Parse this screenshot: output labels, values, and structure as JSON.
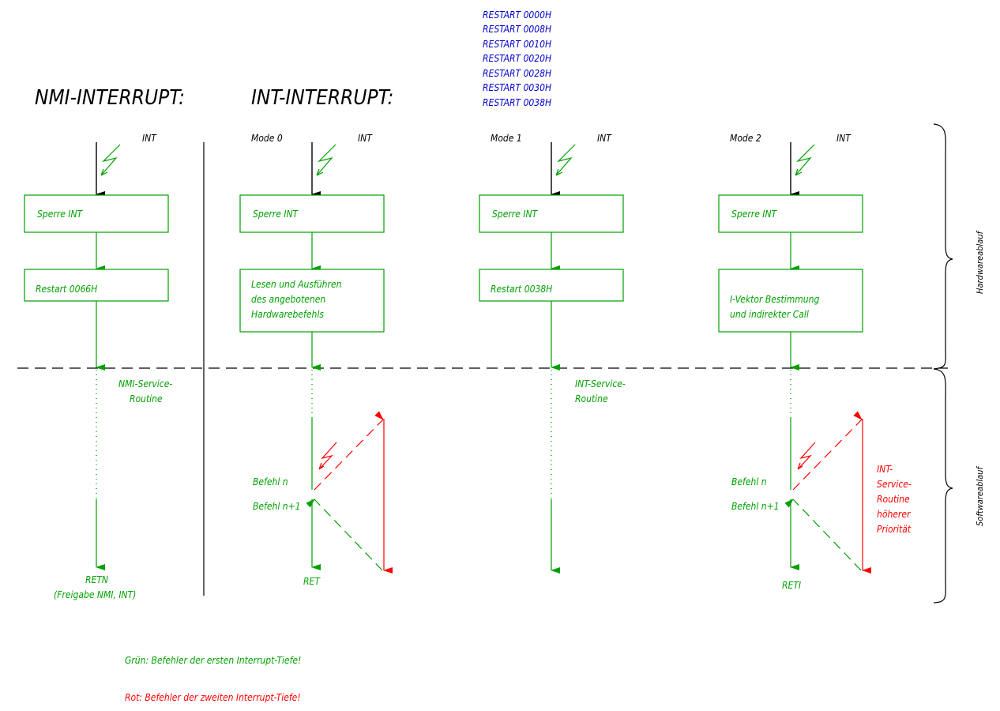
{
  "restart_list": [
    "RESTART 0000H",
    "RESTART 0008H",
    "RESTART 0010H",
    "RESTART 0020H",
    "RESTART 0028H",
    "RESTART 0030H",
    "RESTART 0038H"
  ],
  "headers": {
    "nmi": "NMI-INTERRUPT:",
    "int": "INT-INTERRUPT:"
  },
  "int_label": "INT",
  "modes": [
    "Mode 0",
    "Mode 1",
    "Mode 2"
  ],
  "boxes": {
    "sperre": "Sperre INT",
    "nmi_restart": "Restart 0066H",
    "mode0": [
      "Lesen und Ausführen",
      "des angebotenen",
      "Hardwarebefehls"
    ],
    "mode1": "Restart 0038H",
    "mode2": [
      "I-Vektor Bestimmung",
      "und indirekter Call"
    ]
  },
  "service": {
    "nmi": [
      "NMI-Service-",
      "Routine"
    ],
    "int": [
      "INT-Service-",
      "Routine"
    ],
    "higher": [
      "INT-",
      "Service-",
      "Routine",
      "höherer",
      "Priorität"
    ]
  },
  "instr": {
    "n": "Befehl n",
    "n1": "Befehl n+1"
  },
  "returns": {
    "retn": "RETN",
    "retn_note": "(Freigabe NMI, INT)",
    "ret": "RET",
    "reti": "RETI"
  },
  "side_labels": {
    "hardware": "Hardwareablauf",
    "software": "Softwareablauf"
  },
  "legend": {
    "green": "Grün: Befehler der ersten Interrupt-Tiefe!",
    "red": "Rot: Befehler der zweiten Interrupt-Tiefe!"
  },
  "colors": {
    "first_level": "#00a000",
    "second_level": "#ff0000",
    "restart_text": "#0000cc",
    "lines": "#000000"
  }
}
